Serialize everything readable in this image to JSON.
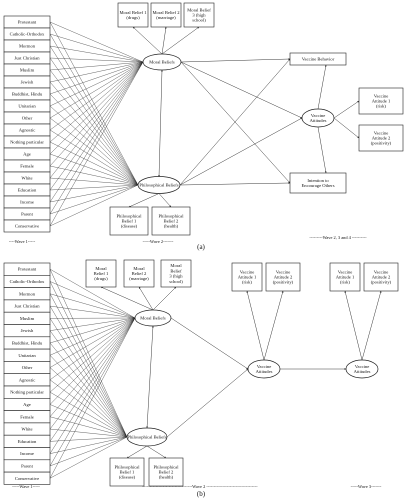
{
  "predictors": [
    "Protestant",
    "Catholic-Orthodox",
    "Mormon",
    "Just Christian",
    "Muslim",
    "Jewish",
    "Buddhist, Hindu",
    "Unitarian",
    "Other",
    "Agnostic",
    "Nothing particular",
    "Age",
    "Female",
    "White",
    "Education",
    "Income",
    "Parent",
    "Conservative"
  ],
  "panel_a": {
    "label": "(a)",
    "moral_beliefs": "Moral Beliefs",
    "philosophical_beliefs": "Philosophical Beliefs",
    "moral_items": [
      [
        "Moral Belief 1",
        "(drugs)"
      ],
      [
        "Moral Belief 2",
        "(marriage)"
      ],
      [
        "Moral Belief",
        "3 (high",
        "school)"
      ]
    ],
    "phil_items": [
      [
        "Philosophical",
        "Belief 1",
        "(disease)"
      ],
      [
        "Philosophical",
        "Belief 2",
        "(health)"
      ]
    ],
    "vaccine_behavior": "Vaccine Behavior",
    "vaccine_attitudes": [
      "Vaccine",
      "Attitudes"
    ],
    "intention": [
      "Intention to",
      "Encourage Others"
    ],
    "va_items": [
      [
        "Vaccine",
        "Attitude 1",
        "(risk)"
      ],
      [
        "Vaccine",
        "Attitude 2",
        "(positivity)"
      ]
    ],
    "wave1": "----Wave 1-----",
    "wave2": "-----Wave 2-------",
    "wave234": "---------Wave 2, 3 and 4 ----------"
  },
  "panel_b": {
    "label": "(b)",
    "moral_beliefs": "Moral Beliefs",
    "philosophical_beliefs": "Philosophical Beliefs",
    "moral_items": [
      [
        "Moral",
        "Belief 1",
        "(drugs)"
      ],
      [
        "Moral",
        "Belief 2",
        "(marriage)"
      ],
      [
        "Moral",
        "Belief",
        "3 (high",
        "school)"
      ]
    ],
    "phil_items": [
      [
        "Philosophical",
        "Belief 1",
        "(disease)"
      ],
      [
        "Philosophical",
        "Belief 2",
        "(health)"
      ]
    ],
    "vaccine_attitudes_w2": [
      "Vaccine",
      "Attitudes"
    ],
    "vaccine_attitudes_w3": [
      "Vaccine",
      "Attitudes"
    ],
    "va_items_w2": [
      [
        "Vaccine",
        "Attitude 1",
        "(risk)"
      ],
      [
        "Vaccine",
        "Attitude 2",
        "(positivity)"
      ]
    ],
    "va_items_w3": [
      [
        "Vaccine",
        "Attitude 1",
        "(risk)"
      ],
      [
        "Vaccine",
        "Attitude 2",
        "(positivity)"
      ]
    ],
    "wave1": "-----Wave 1-----",
    "wave2": "----------------------------------Wave 2 -----------------------------------",
    "wave3": "-----Wave 3-------"
  }
}
